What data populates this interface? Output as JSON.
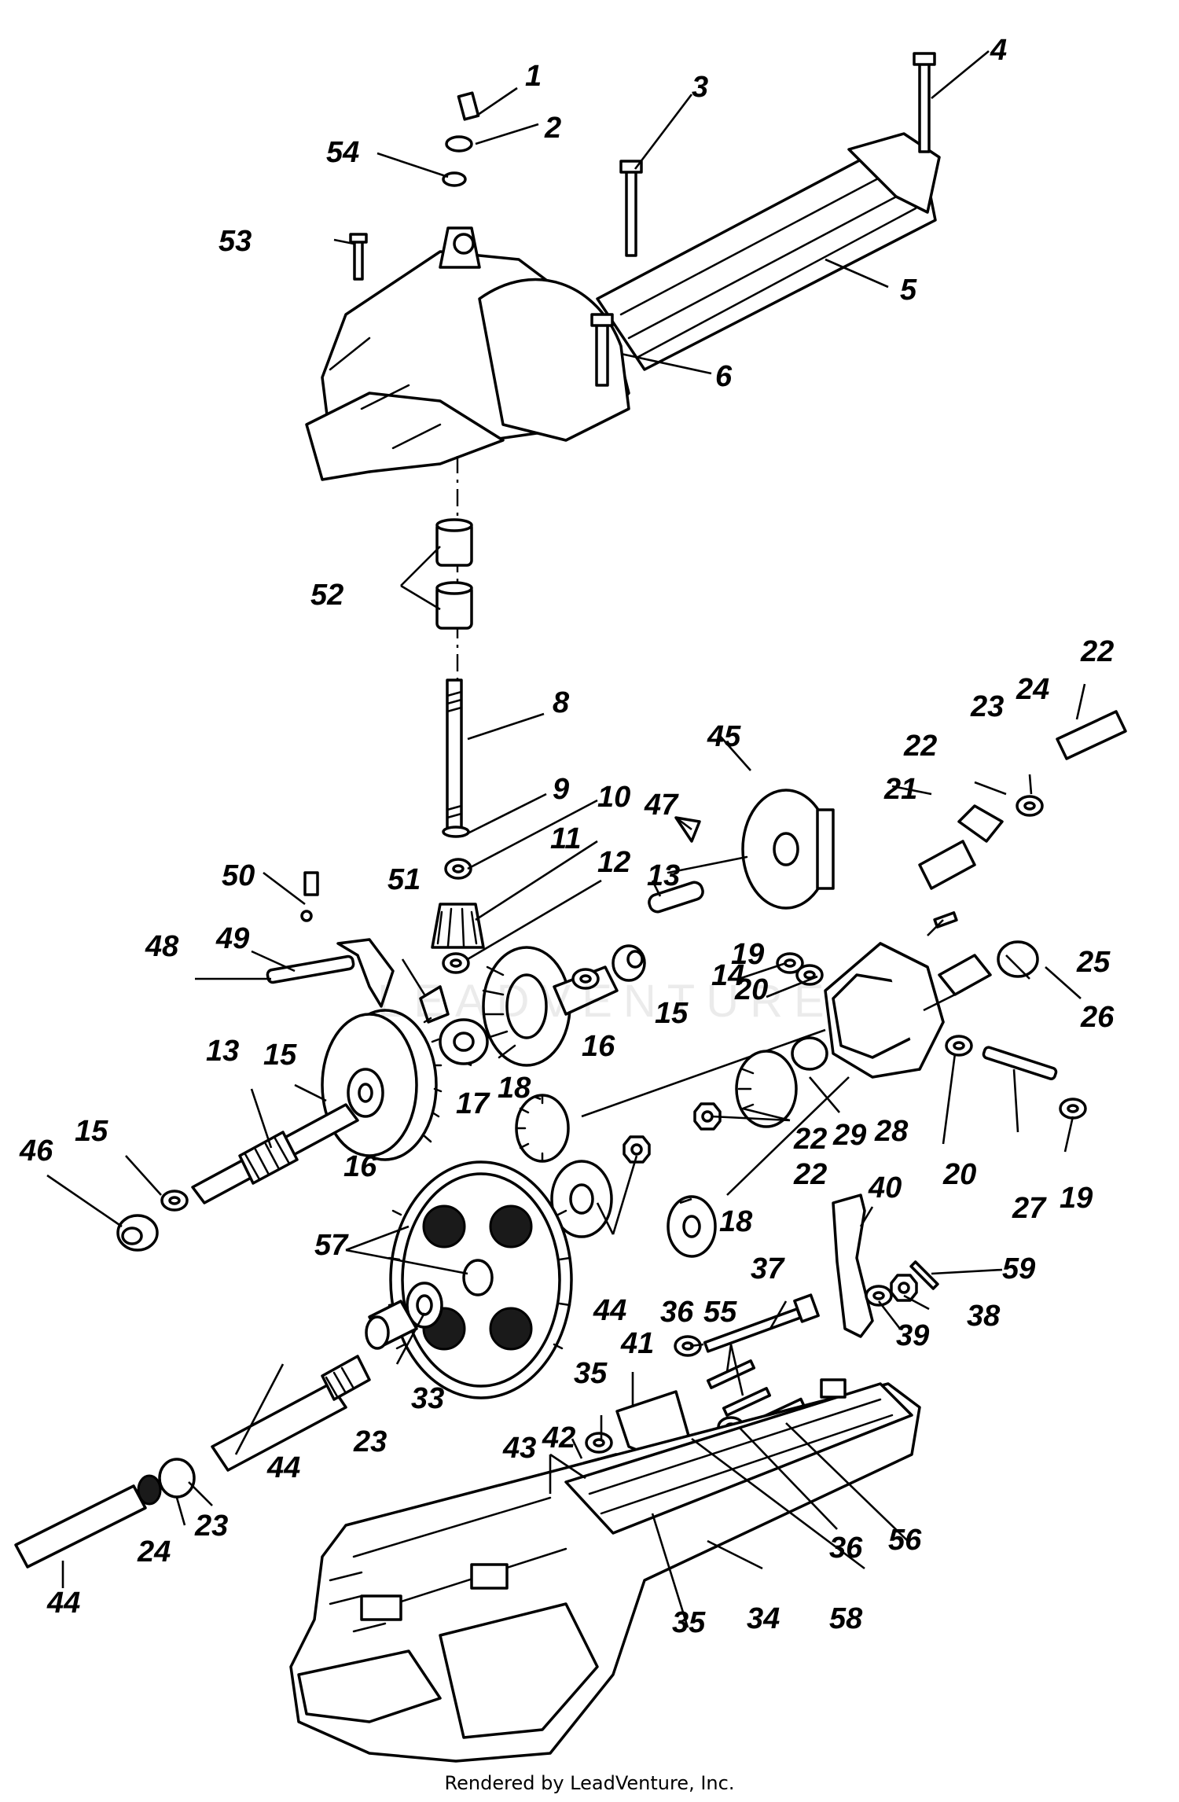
{
  "diagram": {
    "callouts": [
      "1",
      "2",
      "3",
      "4",
      "5",
      "6",
      "8",
      "9",
      "10",
      "11",
      "12",
      "13",
      "13",
      "14",
      "15",
      "15",
      "15",
      "16",
      "16",
      "17",
      "18",
      "18",
      "19",
      "19",
      "20",
      "20",
      "21",
      "22",
      "22",
      "22",
      "22",
      "23",
      "23",
      "23",
      "24",
      "24",
      "25",
      "26",
      "27",
      "28",
      "29",
      "33",
      "34",
      "35",
      "35",
      "36",
      "36",
      "37",
      "38",
      "39",
      "40",
      "41",
      "42",
      "43",
      "44",
      "44",
      "44",
      "45",
      "46",
      "47",
      "48",
      "49",
      "50",
      "51",
      "52",
      "53",
      "54",
      "55",
      "56",
      "57",
      "58",
      "59"
    ],
    "watermark": "LEADVENTURE",
    "footer": "Rendered by LeadVenture, Inc."
  },
  "colors": {
    "ink": "#000000",
    "paper": "#ffffff"
  }
}
